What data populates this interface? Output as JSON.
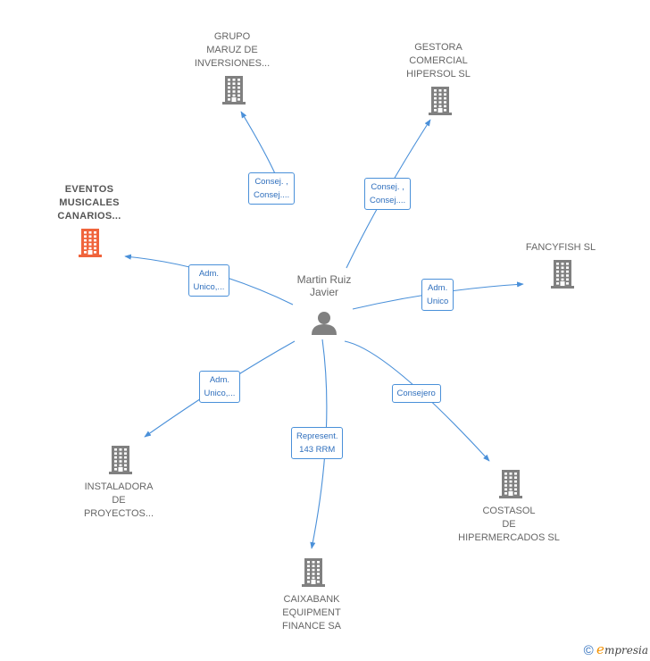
{
  "center": {
    "name": "Martin Ruiz\nJavier",
    "icon": "person-icon"
  },
  "companies": [
    {
      "id": "grupo-maruz",
      "name": "GRUPO\nMARUZ DE\nINVERSIONES...",
      "highlight": false
    },
    {
      "id": "gestora-comercial",
      "name": "GESTORA\nCOMERCIAL\nHIPERSOL SL",
      "highlight": false
    },
    {
      "id": "eventos-musicales",
      "name": "EVENTOS\nMUSICALES\nCANARIOS...",
      "highlight": true
    },
    {
      "id": "fancyfish",
      "name": "FANCYFISH  SL",
      "highlight": false
    },
    {
      "id": "instaladora",
      "name": "INSTALADORA\nDE\nPROYECTOS...",
      "highlight": false
    },
    {
      "id": "caixabank",
      "name": "CAIXABANK\nEQUIPMENT\nFINANCE SA",
      "highlight": false
    },
    {
      "id": "costasol",
      "name": "COSTASOL\nDE\nHIPERMERCADOS SL",
      "highlight": false
    }
  ],
  "relations": [
    {
      "to": "grupo-maruz",
      "label": "Consej. ,\nConsej...."
    },
    {
      "to": "gestora-comercial",
      "label": "Consej. ,\nConsej...."
    },
    {
      "to": "eventos-musicales",
      "label": "Adm.\nUnico,..."
    },
    {
      "to": "fancyfish",
      "label": "Adm.\nUnico"
    },
    {
      "to": "instaladora",
      "label": "Adm.\nUnico,..."
    },
    {
      "to": "caixabank",
      "label": "Represent.\n143 RRM"
    },
    {
      "to": "costasol",
      "label": "Consejero"
    }
  ],
  "colors": {
    "edge": "#4a90d9",
    "building": "#808080",
    "building_highlight": "#f0643c",
    "person": "#808080"
  },
  "footer": {
    "copyright_symbol": "©",
    "brand_initial": "e",
    "brand_rest": "mpresia"
  }
}
